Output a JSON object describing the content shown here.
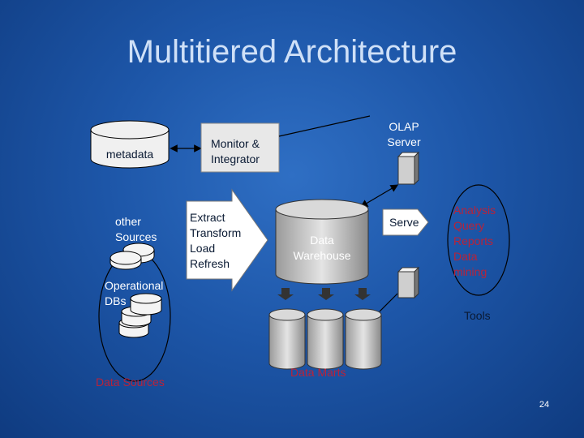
{
  "slide": {
    "title": "Multitiered Architecture",
    "page_number": "24"
  },
  "labels": {
    "metadata": "metadata",
    "monitor_line1": "Monitor &",
    "monitor_line2": "Integrator",
    "olap_line1": "OLAP",
    "olap_line2": "Server",
    "other_line1": "other",
    "other_line2": "Sources",
    "etl_lines": [
      "Extract",
      "Transform",
      "Load",
      "Refresh"
    ],
    "dw_line1": "Data",
    "dw_line2": "Warehouse",
    "serve": "Serve",
    "analysis_lines": [
      "Analysis",
      "Query",
      "Reports",
      "Data",
      "mining"
    ],
    "operational_line1": "Operational",
    "operational_line2": "DBs",
    "tools": "Tools",
    "data_sources": "Data Sources",
    "data_marts": "Data Marts"
  },
  "colors": {
    "background": "#1d56a8",
    "box_fill": "#e8e8e8",
    "highlight_text": "#b8233a",
    "title_text": "#cfe0f7"
  }
}
